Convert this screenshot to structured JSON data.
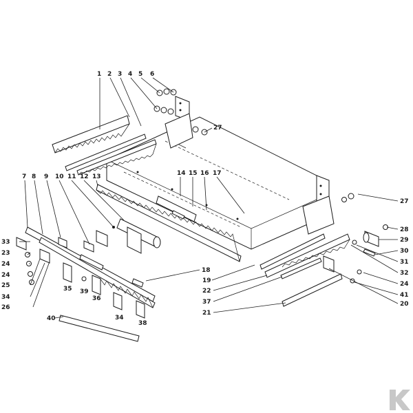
{
  "callouts": [
    "1",
    "2",
    "3",
    "4",
    "5",
    "6",
    "27",
    "14",
    "15",
    "16",
    "17",
    "7",
    "8",
    "9",
    "10",
    "11",
    "12",
    "13",
    "27",
    "28",
    "29",
    "30",
    "31",
    "32",
    "24",
    "41",
    "20",
    "33",
    "23",
    "24",
    "24",
    "25",
    "34",
    "26",
    "35",
    "39",
    "36",
    "34",
    "38",
    "18",
    "19",
    "22",
    "37",
    "21",
    "40"
  ],
  "colors": {
    "ink": "#1a1a1a",
    "paper": "#ffffff",
    "logo_fill": "#c8c8c8"
  },
  "logo": {
    "glyph": "K"
  }
}
